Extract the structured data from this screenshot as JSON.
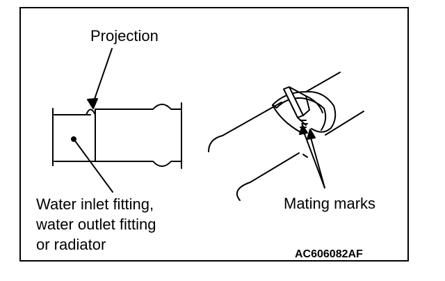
{
  "figure": {
    "labels": {
      "projection": "Projection",
      "fitting_line1": "Water inlet fitting,",
      "fitting_line2": "water outlet fitting",
      "fitting_line3": "or radiator",
      "mating_marks": "Mating marks"
    },
    "figure_code": "AC606082AF"
  }
}
